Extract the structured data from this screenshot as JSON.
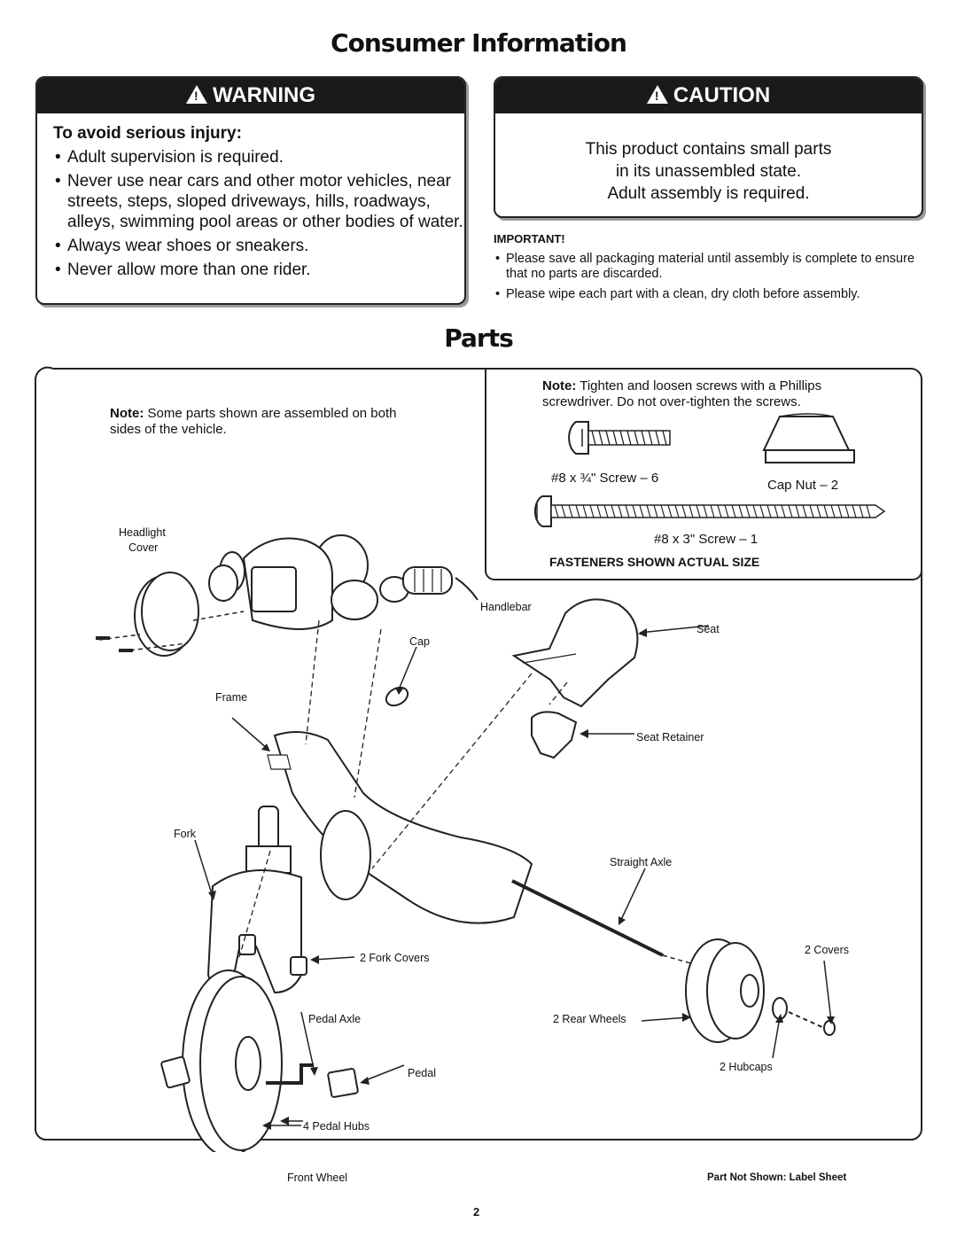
{
  "page_title": "Consumer Information",
  "warning": {
    "heading": "WARNING",
    "subheading": "To avoid serious injury:",
    "items": [
      "Adult supervision is required.",
      "Never use near cars and other motor vehicles, near streets, steps, sloped driveways, hills, roadways, alleys, swimming pool areas or other bodies of water.",
      "Always wear shoes or sneakers.",
      "Never allow more than one rider."
    ]
  },
  "caution": {
    "heading": "CAUTION",
    "lines": [
      "This product contains small parts",
      "in its unassembled state.",
      "Adult assembly is required."
    ]
  },
  "important": {
    "heading": "IMPORTANT!",
    "items": [
      "Please save all packaging material until assembly is complete to ensure that no parts are discarded.",
      "Please wipe each part with a clean, dry cloth before assembly."
    ]
  },
  "parts_title": "Parts",
  "notes": {
    "left_label": "Note:",
    "left_text": "Some parts shown are assembled on both sides of the vehicle.",
    "right_label": "Note:",
    "right_text": "Tighten and loosen screws with a Phillips screwdriver. Do not over-tighten the screws."
  },
  "fasteners": {
    "screw_short": "#8 x ¾\" Screw – 6",
    "cap_nut": "Cap Nut – 2",
    "screw_long": "#8 x 3\" Screw – 1",
    "caption": "FASTENERS SHOWN ACTUAL SIZE"
  },
  "part_labels": {
    "headlight_cover_1": "Headlight",
    "headlight_cover_2": "Cover",
    "handlebar": "Handlebar",
    "cap": "Cap",
    "seat": "Seat",
    "frame": "Frame",
    "seat_retainer": "Seat Retainer",
    "fork": "Fork",
    "straight_axle": "Straight Axle",
    "fork_covers": "2 Fork Covers",
    "covers": "2 Covers",
    "pedal_axle": "Pedal Axle",
    "rear_wheels": "2 Rear Wheels",
    "pedal": "Pedal",
    "hubcaps": "2 Hubcaps",
    "pedal_hubs": "4 Pedal Hubs",
    "front_wheel": "Front Wheel"
  },
  "part_not_shown_label": "Part Not Shown:",
  "part_not_shown_value": "Label Sheet",
  "page_number": "2"
}
